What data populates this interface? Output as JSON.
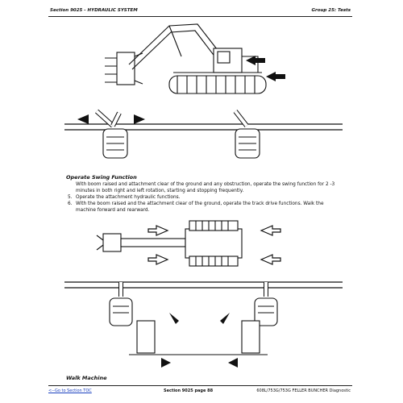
{
  "header": {
    "section": "Section 9025 - HYDRAULIC SYSTEM",
    "group": "Group 25: Tests"
  },
  "operate_swing": {
    "title": "Operate Swing Function",
    "para": "With boom raised and attachment clear of the ground and any obstruction, operate the swing function for 2 -3 minutes in both right and left rotation, starting and stopping frequently.",
    "step5_num": "5.",
    "step5": "Operate the attachment hydraulic functions.",
    "step6_num": "6.",
    "step6": "With the boom raised and the attachment clear of the ground, operate the track drive functions. Walk the machine forward and rearward."
  },
  "walk_machine": {
    "title": "Walk Machine"
  },
  "footer": {
    "link": "<--Go to Section TOC",
    "page": "Section 9025 page 88",
    "doc": "608L/753G/753G FELLER BUNCHER Diagnostic"
  }
}
